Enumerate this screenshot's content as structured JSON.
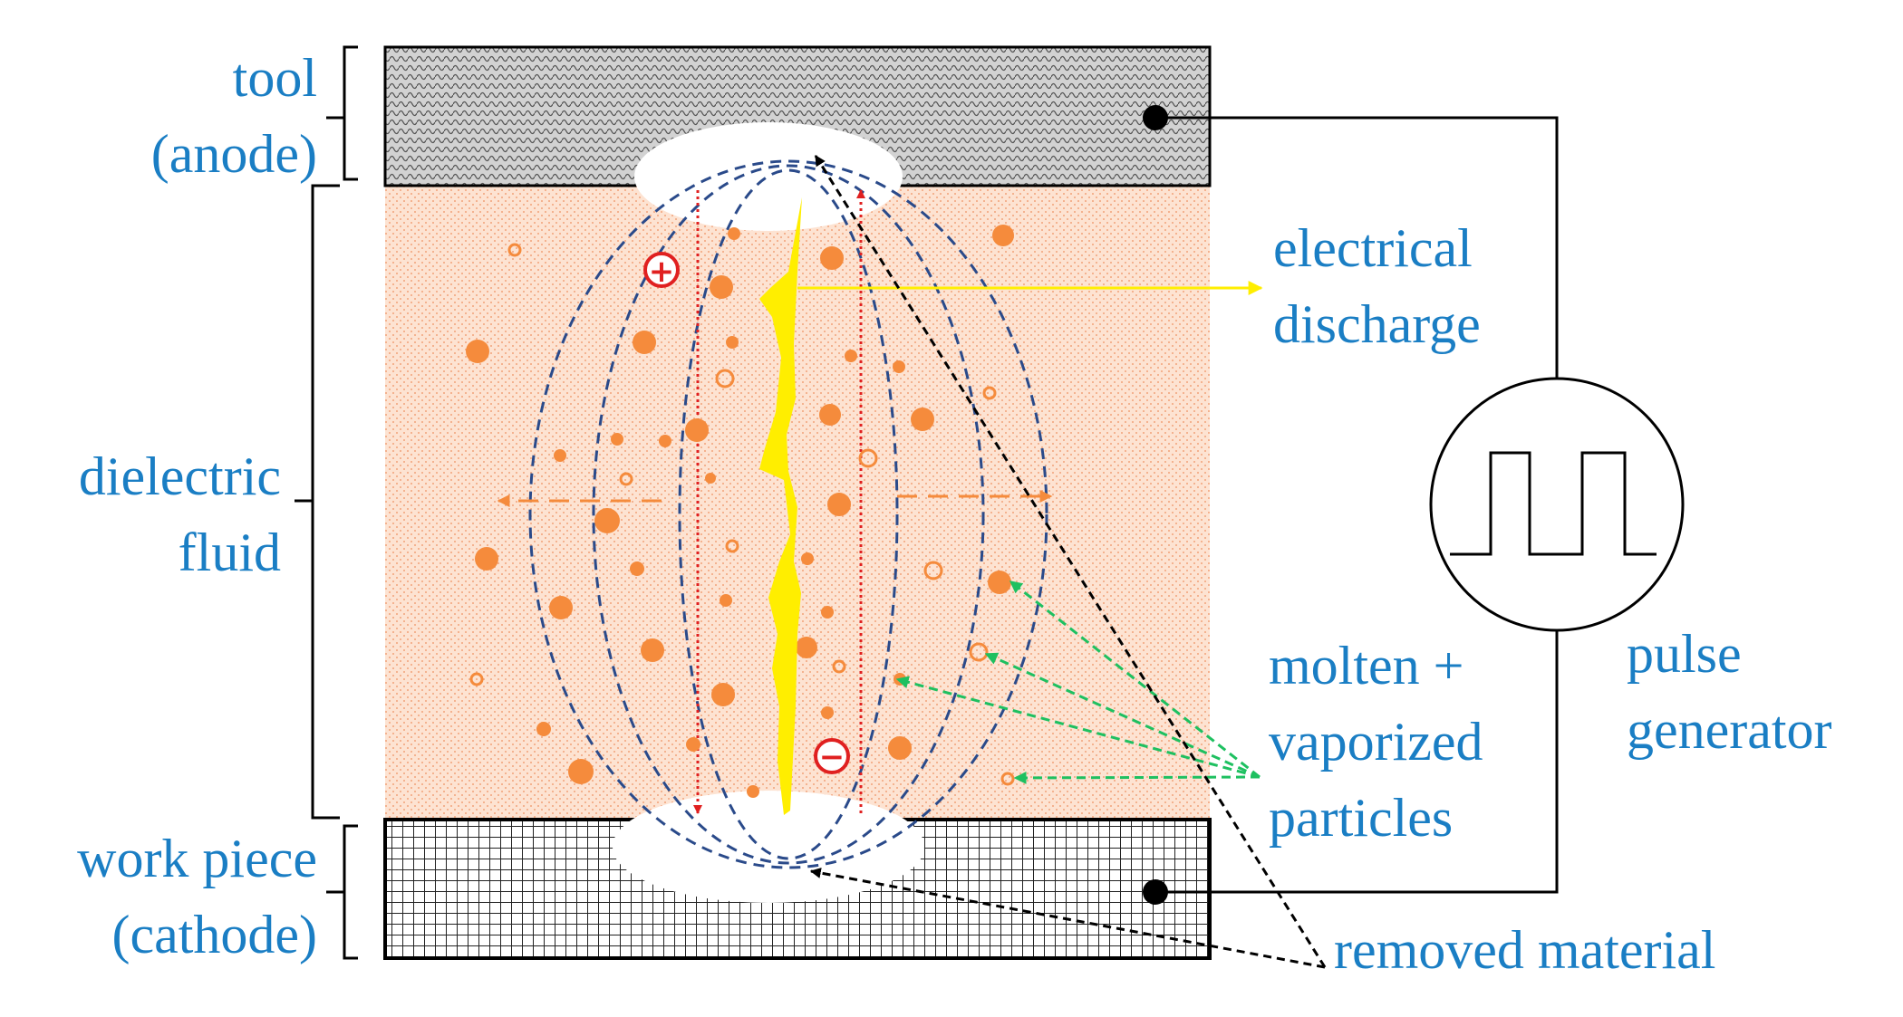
{
  "labels": {
    "tool": [
      "tool",
      "(anode)"
    ],
    "dielectric": [
      "dielectric",
      "fluid"
    ],
    "workpiece": [
      "work piece",
      "(cathode)"
    ],
    "discharge": [
      "electrical",
      "discharge"
    ],
    "particles": [
      "molten +",
      "vaporized",
      "particles"
    ],
    "generator": [
      "pulse",
      "generator"
    ],
    "removed": "removed material"
  },
  "symbols": {
    "positive": "+",
    "negative": "−"
  },
  "colors": {
    "label_text": "#1a7ec4",
    "particle": "#f58b3c",
    "discharge": "#ffee00",
    "field_lines": "#2a4a8a",
    "ion_arrows": "#e02020",
    "particle_arrows": "#1ec060",
    "fluid_background": "#fde3d2"
  },
  "icons": [
    "pulse-generator-icon",
    "square-wave-icon",
    "terminal-dot-icon",
    "plus-charge-icon",
    "minus-charge-icon"
  ]
}
